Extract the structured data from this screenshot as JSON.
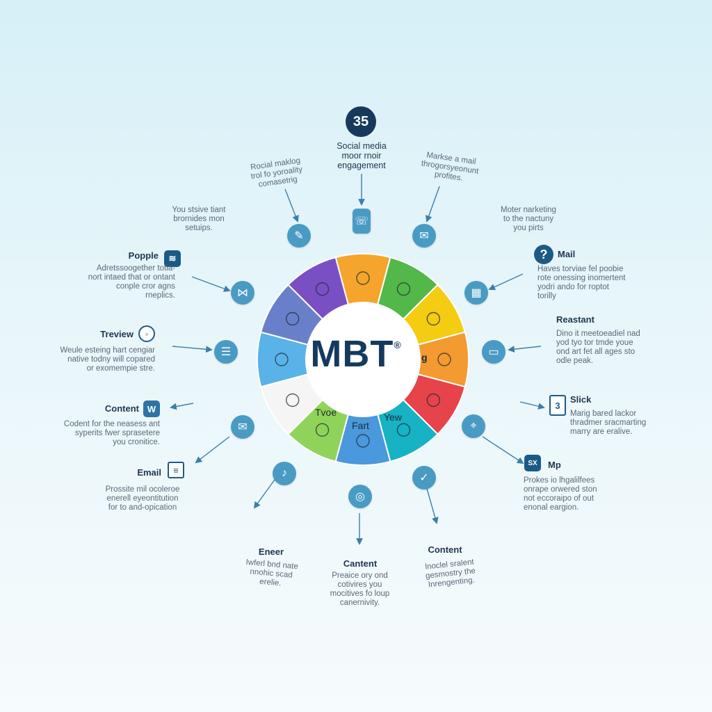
{
  "center": {
    "title": "MBT",
    "mark": "®"
  },
  "badge": "35",
  "segments": {
    "tr1": "Tvoe",
    "tr2": "Fart",
    "tr3": "Yew",
    "tr4": "g"
  },
  "top": {
    "label": "Social media\nmoor rnoir\nengagement",
    "left_desc": "Rocial maklog\ntrol fo yoroality\ncomasetrig",
    "right_desc": "Markse a mail\nthrogorsyeonunt\nprofites."
  },
  "upper_left_desc": "You stsive tiant\nbrornides mon\nsetuips.",
  "upper_right_desc": "Moter narketing\nto the nactuny\nyou pirts",
  "left": [
    {
      "label": "Popple",
      "desc": "Adretssoogether totia-\nnort intaed that or ontant\nconple cror agns\nrneplics."
    },
    {
      "label": "Treview",
      "desc": "Weule esteing hart cengiar\nnative todny will copared\nor exomempie stre."
    },
    {
      "label": "Content",
      "desc": "Codent for the neasess ant\nsyperits fwer sprasetere\nyou cronitice."
    },
    {
      "label": "Email",
      "desc": "Prossite mil ocoleroe\nenerell eyeontitution\nfor to and-opication"
    }
  ],
  "right": [
    {
      "label": "Mail",
      "desc": "Haves torviae fel poobie\nrote onessing inomertent\nyodri ando for roptot\ntorilly"
    },
    {
      "label": "Reastant",
      "desc": "Dino it meetoeadiel nad\nyod tyo tor tmde youe\nond art fet all ages sto\nodle peak."
    },
    {
      "label": "Slick",
      "desc": "Marig bared lackor\nthradmer sracmarting\nmarry are eralive."
    },
    {
      "label": "Mp",
      "desc": "Prokes io lhgalilfees\nonrape orwered ston\nnot eccoraipo of out\nenonal eargion."
    }
  ],
  "bottom": [
    {
      "label": "Eneer",
      "desc": "Iwferl bnd nate\nnnohic scad\nerelie."
    },
    {
      "label": "Cantent",
      "desc": "Preaice ory ond\ncotivires you\nmocitives fo loup\ncanernivity."
    },
    {
      "label": "Content",
      "desc": "lnoclel sralent\ngesmostry the\nInrengenting."
    }
  ],
  "icons": {
    "badge_icon": "number-badge-icon",
    "ring": [
      "chat-icon",
      "phone-icon",
      "mail-icon",
      "building-icon",
      "laptop-icon",
      "book-icon",
      "pin-icon",
      "check-icon",
      "globe-icon",
      "sound-icon",
      "email-icon",
      "doc-icon",
      "butterfly-icon"
    ]
  },
  "colors": {
    "purple": "#7a4fc4",
    "orange": "#f5a52b",
    "green": "#52b84a",
    "yellow": "#f4cc12",
    "orange2": "#f39a30",
    "red": "#e6444a",
    "teal": "#16b3c4",
    "blue": "#4a98dd",
    "lightgreen": "#8fd35a",
    "white": "#f5f5f5",
    "lightblue": "#59b3e8",
    "slateblue": "#6a7fc9",
    "accent": "#4a9bc4",
    "navy": "#163a5e"
  }
}
